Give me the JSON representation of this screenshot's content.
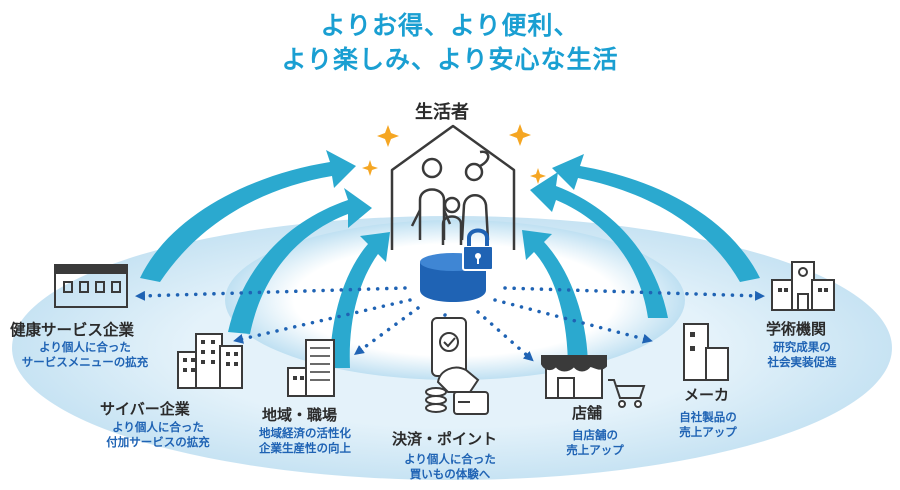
{
  "title": {
    "line1": "よりお得、より便利、",
    "line2": "より楽しみ、より安心な生活"
  },
  "center": {
    "label": "生活者"
  },
  "nodes": {
    "health": {
      "name": "健康サービス企業",
      "desc1": "より個人に合った",
      "desc2": "サービスメニューの拡充"
    },
    "cyber": {
      "name": "サイバー企業",
      "desc1": "より個人に合った",
      "desc2": "付加サービスの拡充"
    },
    "region": {
      "name": "地域・職場",
      "desc1": "地域経済の活性化",
      "desc2": "企業生産性の向上"
    },
    "payment": {
      "name": "決済・ポイント",
      "desc1": "より個人に合った",
      "desc2": "買いもの体験へ"
    },
    "store": {
      "name": "店舗",
      "desc1": "自店舗の",
      "desc2": "売上アップ"
    },
    "maker": {
      "name": "メーカ",
      "desc1": "自社製品の",
      "desc2": "売上アップ"
    },
    "academia": {
      "name": "学術機関",
      "desc1": "研究成果の",
      "desc2": "社会実装促進"
    }
  },
  "colors": {
    "title": "#1a9fd2",
    "arrow": "#2ba9cf",
    "dots": "#1f63b4",
    "desc": "#1f63b4",
    "ellipse": "#cfe8f5",
    "sparkle": "#f5a623",
    "lock": "#1f63b4",
    "icon": "#3a3a3a"
  }
}
